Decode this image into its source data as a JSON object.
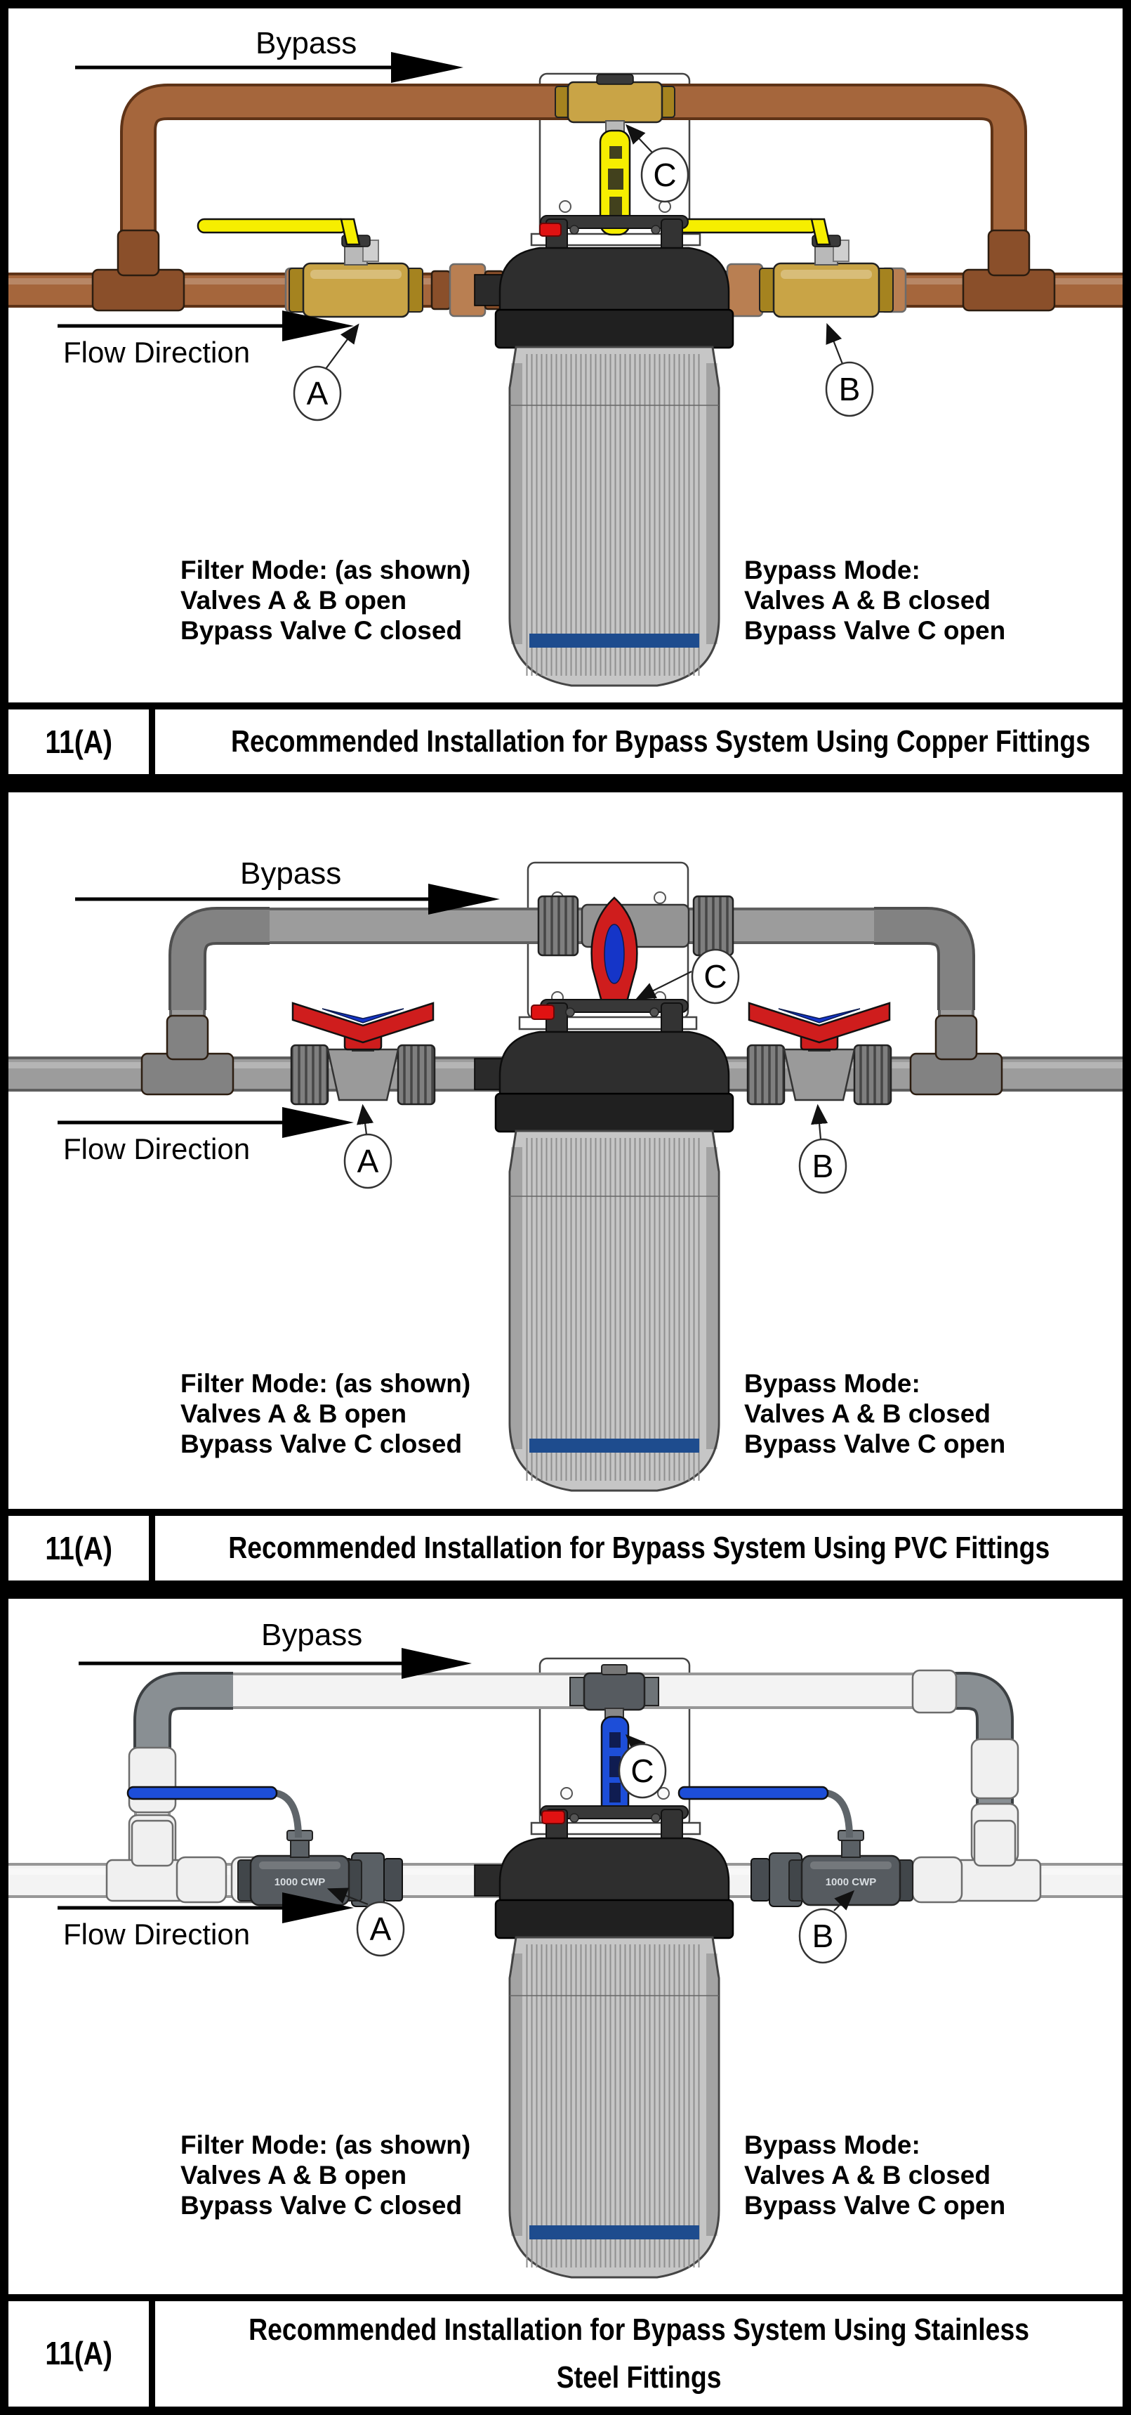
{
  "shared_colors": {
    "cap": "#2e2e2e",
    "blue": "#1e4c8e",
    "bracket": "#ffffff",
    "button": "#e01212"
  },
  "panels": [
    {
      "id": "copper",
      "labels": {
        "bypass": "Bypass",
        "flow": "Flow Direction",
        "valve_a": "A",
        "valve_b": "B",
        "valve_c": "C"
      },
      "filter_mode": {
        "l1": "Filter Mode: (as shown)",
        "l2": "Valves A & B open",
        "l3": "Bypass Valve C closed"
      },
      "bypass_mode": {
        "l1": "Bypass Mode:",
        "l2": "Valves A & B closed",
        "l3": "Bypass Valve C open"
      },
      "caption": {
        "figure": "11(A)",
        "text": "Recommended Installation for Bypass System Using Copper Fittings"
      },
      "colors": {
        "pipe": "#a5663c",
        "pipe-dark": "#5e3317",
        "fitting": "#8a4f2a",
        "fitting2": "#b97f52",
        "valve": "#c9a446",
        "valve2": "#a5831f",
        "handle": "#f6ee00",
        "accent": "#f6ee00"
      }
    },
    {
      "id": "pvc",
      "labels": {
        "bypass": "Bypass",
        "flow": "Flow Direction",
        "valve_a": "A",
        "valve_b": "B",
        "valve_c": "C"
      },
      "filter_mode": {
        "l1": "Filter Mode: (as shown)",
        "l2": "Valves A & B open",
        "l3": "Bypass Valve C closed"
      },
      "bypass_mode": {
        "l1": "Bypass Mode:",
        "l2": "Valves A & B closed",
        "l3": "Bypass Valve C open"
      },
      "caption": {
        "figure": "11(A)",
        "text": "Recommended Installation for Bypass System Using PVC Fittings"
      },
      "colors": {
        "pipe": "#9c9c9c",
        "pipe-dark": "#5f5f5f",
        "fitting": "#828282",
        "fitting2": "#b0b0b0",
        "valve": "#949494",
        "valve2": "#6d6d6d",
        "handle": "#cf1d1d",
        "accent": "#1535c8"
      }
    },
    {
      "id": "stainless",
      "labels": {
        "bypass": "Bypass",
        "flow": "Flow Direction",
        "valve_a": "A",
        "valve_b": "B",
        "valve_c": "C"
      },
      "valve_stamp": "1000 CWP",
      "filter_mode": {
        "l1": "Filter Mode: (as shown)",
        "l2": "Valves A & B open",
        "l3": "Bypass Valve C closed"
      },
      "bypass_mode": {
        "l1": "Bypass Mode:",
        "l2": "Valves A & B closed",
        "l3": "Bypass Valve C open"
      },
      "caption": {
        "figure": "11(A)",
        "line1": "Recommended Installation for Bypass System Using Stainless",
        "line2": "Steel Fittings"
      },
      "colors": {
        "pipe": "#f3f3f3",
        "pipe-dark": "#979797",
        "fitting": "#898f93",
        "fitting2": "#f0f0f0",
        "valve": "#565b60",
        "valve2": "#41464a",
        "handle": "#1d4ed8",
        "accent": "#1d4ed8"
      }
    }
  ]
}
